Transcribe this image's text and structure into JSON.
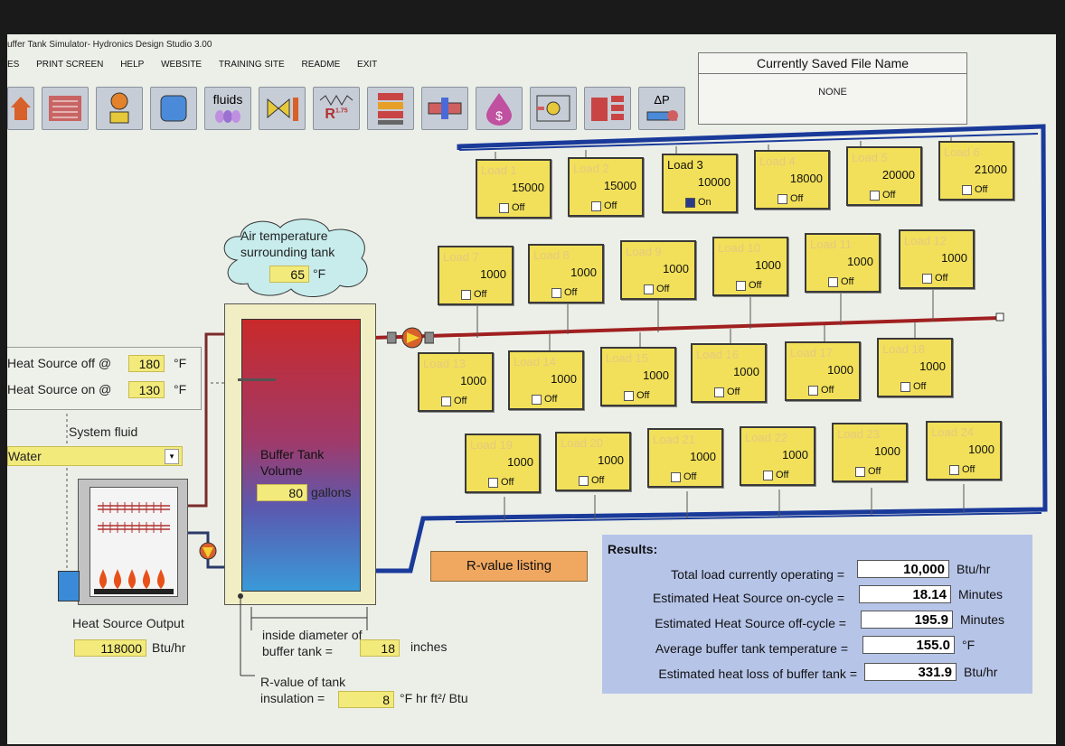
{
  "window_title": "uffer Tank Simulator- Hydronics Design Studio 3.00",
  "menu": [
    "ES",
    "PRINT SCREEN",
    "HELP",
    "WEBSITE",
    "TRAINING SITE",
    "README",
    "EXIT"
  ],
  "toolbar": {
    "fluids_label": "fluids",
    "dp_label": "ΔP",
    "r_label": "R",
    "exp_label": "1.75",
    "dollar_label": "$"
  },
  "saved_file": {
    "header": "Currently Saved File Name",
    "value": "NONE"
  },
  "loads": [
    {
      "name": "Load 1",
      "value": "15000",
      "state": "Off",
      "on": false
    },
    {
      "name": "Load 2",
      "value": "15000",
      "state": "Off",
      "on": false
    },
    {
      "name": "Load 3",
      "value": "10000",
      "state": "On",
      "on": true
    },
    {
      "name": "Load 4",
      "value": "18000",
      "state": "Off",
      "on": false
    },
    {
      "name": "Load 5",
      "value": "20000",
      "state": "Off",
      "on": false
    },
    {
      "name": "Load 6",
      "value": "21000",
      "state": "Off",
      "on": false
    },
    {
      "name": "Load 7",
      "value": "1000",
      "state": "Off",
      "on": false
    },
    {
      "name": "Load 8",
      "value": "1000",
      "state": "Off",
      "on": false
    },
    {
      "name": "Load 9",
      "value": "1000",
      "state": "Off",
      "on": false
    },
    {
      "name": "Load 10",
      "value": "1000",
      "state": "Off",
      "on": false
    },
    {
      "name": "Load 11",
      "value": "1000",
      "state": "Off",
      "on": false
    },
    {
      "name": "Load 12",
      "value": "1000",
      "state": "Off",
      "on": false
    },
    {
      "name": "Load 13",
      "value": "1000",
      "state": "Off",
      "on": false
    },
    {
      "name": "Load 14",
      "value": "1000",
      "state": "Off",
      "on": false
    },
    {
      "name": "Load 15",
      "value": "1000",
      "state": "Off",
      "on": false
    },
    {
      "name": "Load 16",
      "value": "1000",
      "state": "Off",
      "on": false
    },
    {
      "name": "Load 17",
      "value": "1000",
      "state": "Off",
      "on": false
    },
    {
      "name": "Load 18",
      "value": "1000",
      "state": "Off",
      "on": false
    },
    {
      "name": "Load 19",
      "value": "1000",
      "state": "Off",
      "on": false
    },
    {
      "name": "Load 20",
      "value": "1000",
      "state": "Off",
      "on": false
    },
    {
      "name": "Load 21",
      "value": "1000",
      "state": "Off",
      "on": false
    },
    {
      "name": "Load 22",
      "value": "1000",
      "state": "Off",
      "on": false
    },
    {
      "name": "Load 23",
      "value": "1000",
      "state": "Off",
      "on": false
    },
    {
      "name": "Load 24",
      "value": "1000",
      "state": "Off",
      "on": false
    }
  ],
  "air_temp": {
    "label": "Air temperature surrounding tank",
    "value": "65",
    "unit": "°F"
  },
  "heat_source": {
    "off_label": "Heat Source off @",
    "off_value": "180",
    "off_unit": "°F",
    "on_label": "Heat Source on @",
    "on_value": "130",
    "on_unit": "°F"
  },
  "fluid": {
    "label": "System fluid",
    "selected": "Water"
  },
  "tank": {
    "label": "Buffer Tank Volume",
    "value": "80",
    "unit": "gallons"
  },
  "output": {
    "label": "Heat Source Output",
    "value": "118000",
    "unit": "Btu/hr"
  },
  "diameter": {
    "label": "inside diameter of buffer tank =",
    "value": "18",
    "unit": "inches"
  },
  "rvalue": {
    "label": "R-value of tank insulation =",
    "value": "8",
    "unit": "°F hr ft²/ Btu"
  },
  "rvalue_button": "R-value listing",
  "results": {
    "title": "Results:",
    "rows": [
      {
        "label": "Total load currently operating =",
        "value": "10,000",
        "unit": "Btu/hr"
      },
      {
        "label": "Estimated Heat Source on-cycle =",
        "value": "18.14",
        "unit": "Minutes"
      },
      {
        "label": "Estimated Heat Source off-cycle =",
        "value": "195.9",
        "unit": "Minutes"
      },
      {
        "label": "Average buffer tank temperature =",
        "value": "155.0",
        "unit": "°F"
      },
      {
        "label": "Estimated heat loss of buffer tank =",
        "value": "331.9",
        "unit": "Btu/hr"
      }
    ]
  },
  "colors": {
    "pipe_blue": "#1a3a9a",
    "pipe_red": "#a02020",
    "load_yellow": "#f2e05a",
    "results_bg": "#b6c4e8"
  }
}
